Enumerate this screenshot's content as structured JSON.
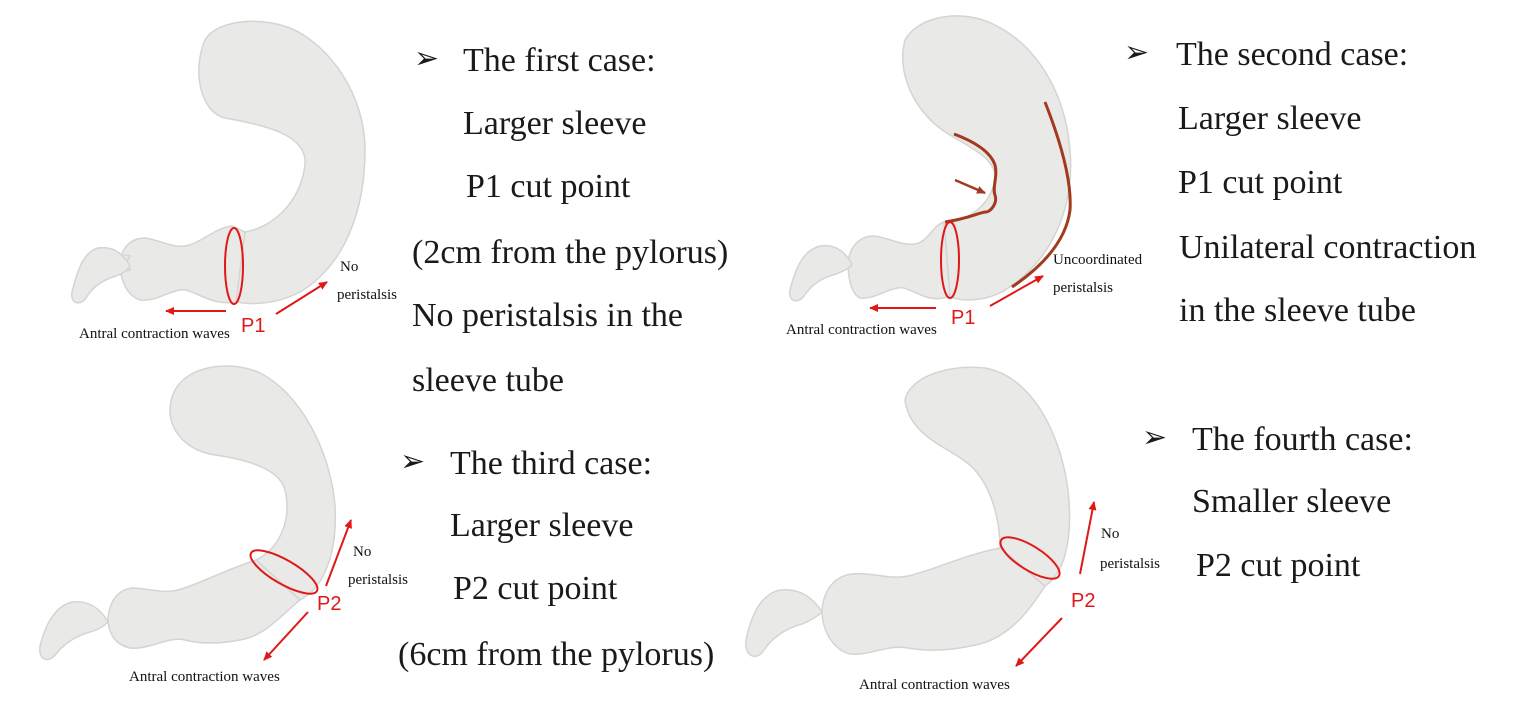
{
  "colors": {
    "stomach_fill": "#e9e9e7",
    "stomach_stroke": "#d4d4d2",
    "annotation_red": "#e01818",
    "contraction_brown": "#a13a1f",
    "text": "#1a1a1a"
  },
  "bullet_glyph": "➢",
  "cases": [
    {
      "heading": "The first case:",
      "lines": [
        "Larger sleeve",
        "P1 cut point",
        "(2cm from the pylorus)",
        "No peristalsis in the",
        "sleeve tube"
      ],
      "cut_label": "P1",
      "antral_label": "Antral contraction waves",
      "peristalsis_label": [
        "No",
        "peristalsis"
      ]
    },
    {
      "heading": "The second case:",
      "lines": [
        "Larger sleeve",
        "P1 cut point",
        "Unilateral contraction",
        "in the sleeve tube"
      ],
      "cut_label": "P1",
      "antral_label": "Antral contraction waves",
      "peristalsis_label": [
        "Uncoordinated",
        "peristalsis"
      ]
    },
    {
      "heading": "The third case:",
      "lines": [
        "Larger sleeve",
        "P2 cut point",
        "(6cm from the pylorus)"
      ],
      "cut_label": "P2",
      "antral_label": "Antral contraction waves",
      "peristalsis_label": [
        "No",
        "peristalsis"
      ]
    },
    {
      "heading": "The fourth case:",
      "lines": [
        "Smaller sleeve",
        "P2 cut point"
      ],
      "cut_label": "P2",
      "antral_label": "Antral contraction waves",
      "peristalsis_label": [
        "No",
        "peristalsis"
      ]
    }
  ]
}
